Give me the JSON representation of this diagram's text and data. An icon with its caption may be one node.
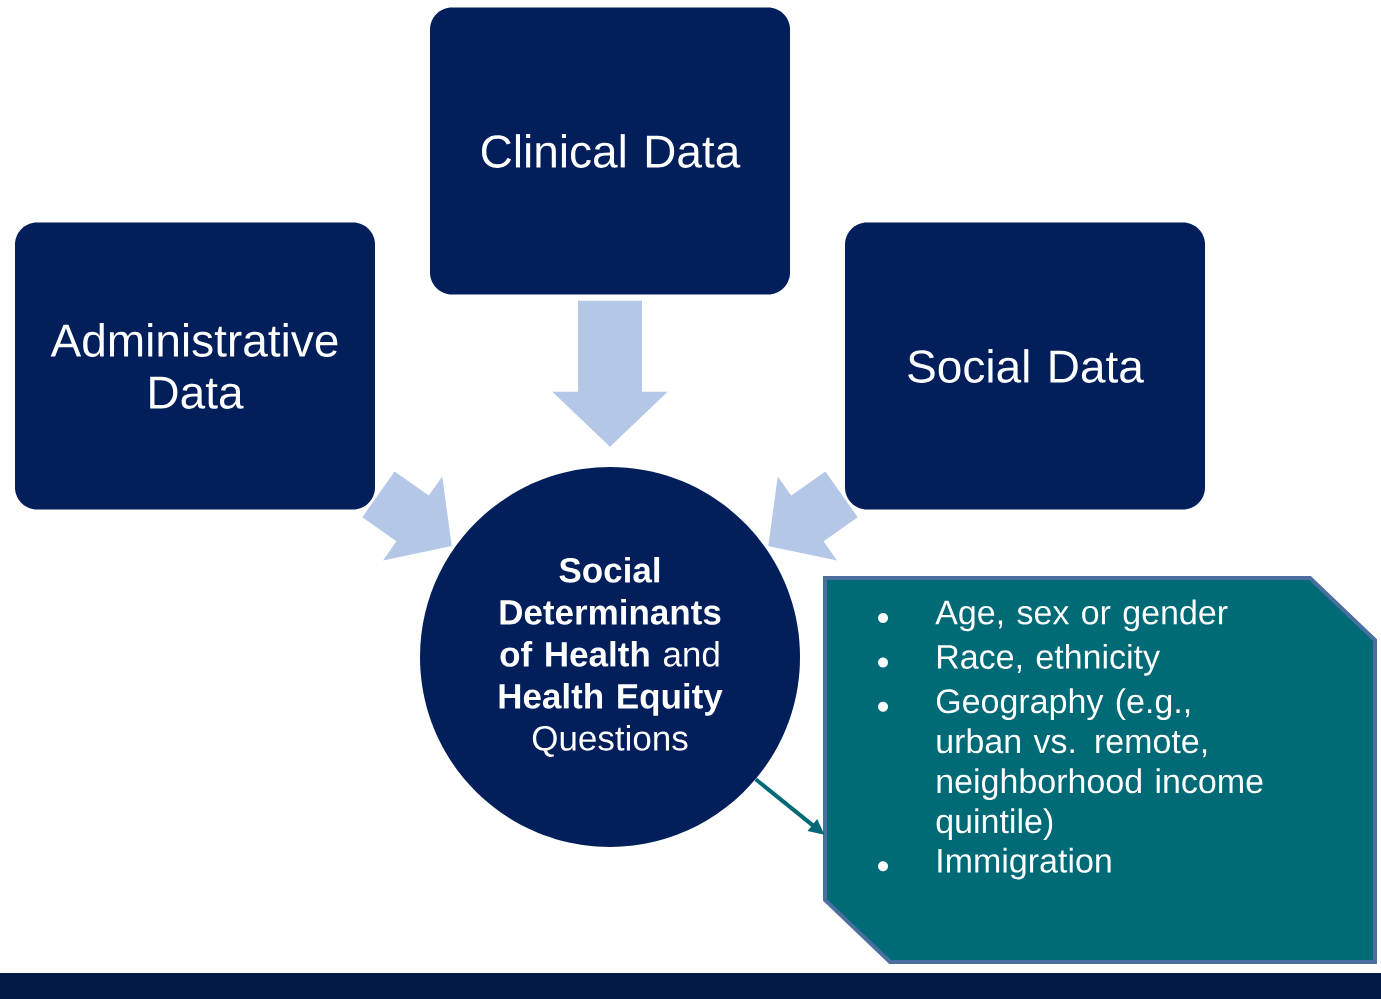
{
  "diagram": {
    "nodes": [
      {
        "text": [
          "Administrative Data"
        ]
      },
      {
        "text": [
          "Clinical Data"
        ]
      },
      {
        "text": [
          "Social Data"
        ]
      },
      {
        "text": [
          "**Social Determinants of Health** and **Health Equity** Questions"
        ]
      },
      {
        "text": [
          "Age, sex or gender",
          "Race, ethnicity",
          "Geography (e.g., urban vs. remote, neighborhood income quintile)",
          "Immigration"
        ]
      }
    ],
    "edges": [
      {
        "from": 0,
        "to": 3,
        "arrow": "to"
      },
      {
        "from": 1,
        "to": 3,
        "arrow": "to"
      },
      {
        "from": 2,
        "to": 3,
        "arrow": "to"
      },
      {
        "from": 3,
        "to": 4,
        "arrow": "to",
        "color": "#006b77"
      }
    ]
  }
}
